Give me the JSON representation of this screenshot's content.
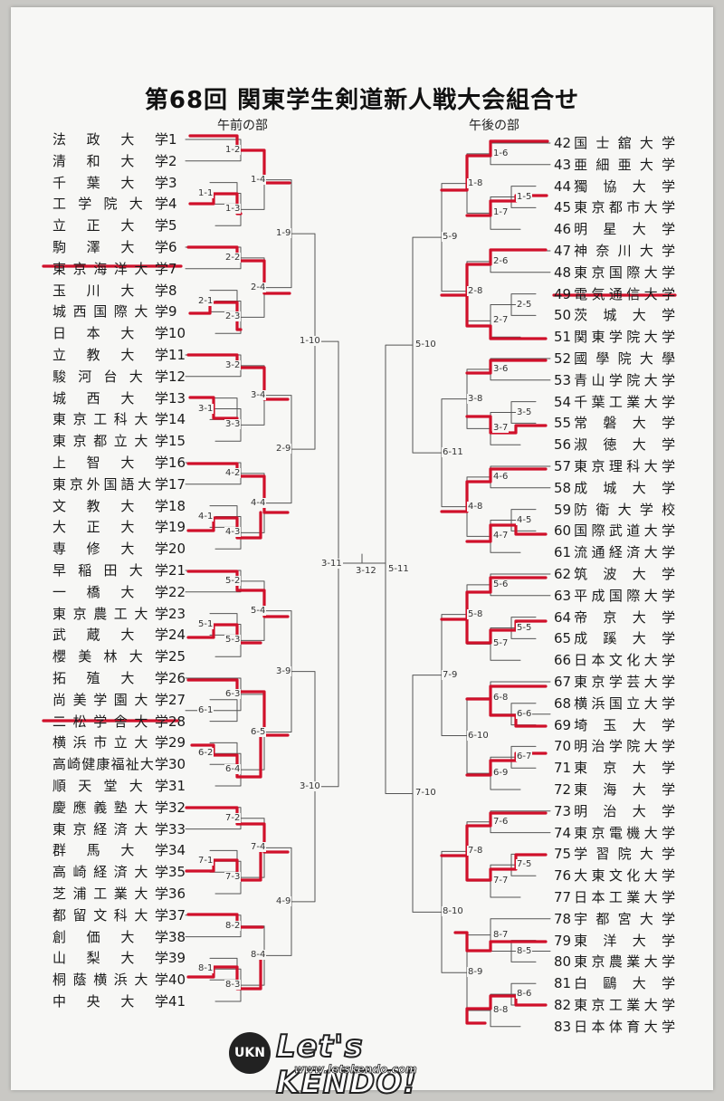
{
  "title": "第68回 関東学生剣道新人戦大会組合せ",
  "sections": {
    "morning": "午前の部",
    "afternoon": "午後の部"
  },
  "teams_left": [
    {
      "num": "1",
      "name": "法政大学"
    },
    {
      "num": "2",
      "name": "清和大学"
    },
    {
      "num": "3",
      "name": "千葉大学"
    },
    {
      "num": "4",
      "name": "工学院大学"
    },
    {
      "num": "5",
      "name": "立正大学"
    },
    {
      "num": "6",
      "name": "駒澤大学"
    },
    {
      "num": "7",
      "name": "東京海洋大学"
    },
    {
      "num": "8",
      "name": "玉川大学"
    },
    {
      "num": "9",
      "name": "城西国際大学"
    },
    {
      "num": "10",
      "name": "日本大学"
    },
    {
      "num": "11",
      "name": "立教大学"
    },
    {
      "num": "12",
      "name": "駿河台大学"
    },
    {
      "num": "13",
      "name": "城西大学"
    },
    {
      "num": "14",
      "name": "東京工科大学"
    },
    {
      "num": "15",
      "name": "東京都立大学"
    },
    {
      "num": "16",
      "name": "上智大学"
    },
    {
      "num": "17",
      "name": "東京外国語大学"
    },
    {
      "num": "18",
      "name": "文教大学"
    },
    {
      "num": "19",
      "name": "大正大学"
    },
    {
      "num": "20",
      "name": "専修大学"
    },
    {
      "num": "21",
      "name": "早稲田大学"
    },
    {
      "num": "22",
      "name": "一橋大学"
    },
    {
      "num": "23",
      "name": "東京農工大学"
    },
    {
      "num": "24",
      "name": "武蔵大学"
    },
    {
      "num": "25",
      "name": "櫻美林大学"
    },
    {
      "num": "26",
      "name": "拓殖大学"
    },
    {
      "num": "27",
      "name": "尚美学園大学"
    },
    {
      "num": "28",
      "name": "二松学舎大学"
    },
    {
      "num": "29",
      "name": "横浜市立大学"
    },
    {
      "num": "30",
      "name": "高崎健康福祉大学"
    },
    {
      "num": "31",
      "name": "順天堂大学"
    },
    {
      "num": "32",
      "name": "慶應義塾大学"
    },
    {
      "num": "33",
      "name": "東京経済大学"
    },
    {
      "num": "34",
      "name": "群馬大学"
    },
    {
      "num": "35",
      "name": "高崎経済大学"
    },
    {
      "num": "36",
      "name": "芝浦工業大学"
    },
    {
      "num": "37",
      "name": "都留文科大学"
    },
    {
      "num": "38",
      "name": "創価大学"
    },
    {
      "num": "39",
      "name": "山梨大学"
    },
    {
      "num": "40",
      "name": "桐蔭横浜大学"
    },
    {
      "num": "41",
      "name": "中央大学"
    }
  ],
  "teams_right": [
    {
      "num": "42",
      "name": "国士舘大学"
    },
    {
      "num": "43",
      "name": "亜細亜大学"
    },
    {
      "num": "44",
      "name": "獨協大学"
    },
    {
      "num": "45",
      "name": "東京都市大学"
    },
    {
      "num": "46",
      "name": "明星大学"
    },
    {
      "num": "47",
      "name": "神奈川大学"
    },
    {
      "num": "48",
      "name": "東京国際大学"
    },
    {
      "num": "49",
      "name": "電気通信大学"
    },
    {
      "num": "50",
      "name": "茨城大学"
    },
    {
      "num": "51",
      "name": "関東学院大学"
    },
    {
      "num": "52",
      "name": "國學院大學"
    },
    {
      "num": "53",
      "name": "青山学院大学"
    },
    {
      "num": "54",
      "name": "千葉工業大学"
    },
    {
      "num": "55",
      "name": "常磐大学"
    },
    {
      "num": "56",
      "name": "淑徳大学"
    },
    {
      "num": "57",
      "name": "東京理科大学"
    },
    {
      "num": "58",
      "name": "成城大学"
    },
    {
      "num": "59",
      "name": "防衛大学校"
    },
    {
      "num": "60",
      "name": "国際武道大学"
    },
    {
      "num": "61",
      "name": "流通経済大学"
    },
    {
      "num": "62",
      "name": "筑波大学"
    },
    {
      "num": "63",
      "name": "平成国際大学"
    },
    {
      "num": "64",
      "name": "帝京大学"
    },
    {
      "num": "65",
      "name": "成蹊大学"
    },
    {
      "num": "66",
      "name": "日本文化大学"
    },
    {
      "num": "67",
      "name": "東京学芸大学"
    },
    {
      "num": "68",
      "name": "横浜国立大学"
    },
    {
      "num": "69",
      "name": "埼玉大学"
    },
    {
      "num": "70",
      "name": "明治学院大学"
    },
    {
      "num": "71",
      "name": "東京大学"
    },
    {
      "num": "72",
      "name": "東海大学"
    },
    {
      "num": "73",
      "name": "明治大学"
    },
    {
      "num": "74",
      "name": "東京電機大学"
    },
    {
      "num": "75",
      "name": "学習院大学"
    },
    {
      "num": "76",
      "name": "大東文化大学"
    },
    {
      "num": "77",
      "name": "日本工業大学"
    },
    {
      "num": "78",
      "name": "宇都宮大学"
    },
    {
      "num": "79",
      "name": "東洋大学"
    },
    {
      "num": "80",
      "name": "東京農業大学"
    },
    {
      "num": "81",
      "name": "白鷗大学"
    },
    {
      "num": "82",
      "name": "東京工業大学"
    },
    {
      "num": "83",
      "name": "日本体育大学"
    }
  ],
  "match_labels": {
    "m1_2": "1-2",
    "m1_1": "1-1",
    "m1_3": "1-3",
    "m1_4": "1-4",
    "m2_2": "2-2",
    "m2_1": "2-1",
    "m2_3": "2-3",
    "m2_4": "2-4",
    "m3_2": "3-2",
    "m3_1": "3-1",
    "m3_3": "3-3",
    "m3_4": "3-4",
    "m4_2": "4-2",
    "m4_1": "4-1",
    "m4_3": "4-3",
    "m4_4": "4-4",
    "m5_2": "5-2",
    "m5_1": "5-1",
    "m5_3": "5-3",
    "m5_4": "5-4",
    "m6_3": "6-3",
    "m6_1": "6-1",
    "m6_2": "6-2",
    "m6_4": "6-4",
    "m6_5": "6-5",
    "m7_2": "7-2",
    "m7_1": "7-1",
    "m7_3": "7-3",
    "m7_4": "7-4",
    "m8_2": "8-2",
    "m8_1": "8-1",
    "m8_3": "8-3",
    "m8_4": "8-4",
    "m1_9": "1-9",
    "m2_9": "2-9",
    "m3_9": "3-9",
    "m4_9": "4-9",
    "m1_10": "1-10",
    "m3_10": "3-10",
    "m3_11": "3-11",
    "m3_12": "3-12",
    "m1_6": "1-6",
    "m1_5": "1-5",
    "m1_7": "1-7",
    "m1_8": "1-8",
    "m2_6": "2-6",
    "m2_5": "2-5",
    "m2_7": "2-7",
    "m2_8": "2-8",
    "m3_6": "3-6",
    "m3_5": "3-5",
    "m3_7": "3-7",
    "m3_8": "3-8",
    "m4_6": "4-6",
    "m4_5": "4-5",
    "m4_7": "4-7",
    "m4_8": "4-8",
    "m5_6": "5-6",
    "m5_5": "5-5",
    "m5_7": "5-7",
    "m5_8": "5-8",
    "m6_8": "6-8",
    "m6_6": "6-6",
    "m6_7": "6-7",
    "m6_9": "6-9",
    "m6_10": "6-10",
    "m7_6": "7-6",
    "m7_5": "7-5",
    "m7_7": "7-7",
    "m7_8": "7-8",
    "m8_7": "8-7",
    "m8_5": "8-5",
    "m8_6": "8-6",
    "m8_8": "8-8",
    "m8_9": "8-9",
    "m5_9": "5-9",
    "m6_11": "6-11",
    "m7_9": "7-9",
    "m8_10": "8-10",
    "m5_10": "5-10",
    "m7_10": "7-10",
    "m5_11": "5-11"
  },
  "logo": {
    "badge": "UKN",
    "brand": "Let's KENDO!",
    "url": "www.letskendo.com"
  },
  "colors": {
    "bracket_line": "#555555",
    "winner_marker": "#d0102a"
  }
}
